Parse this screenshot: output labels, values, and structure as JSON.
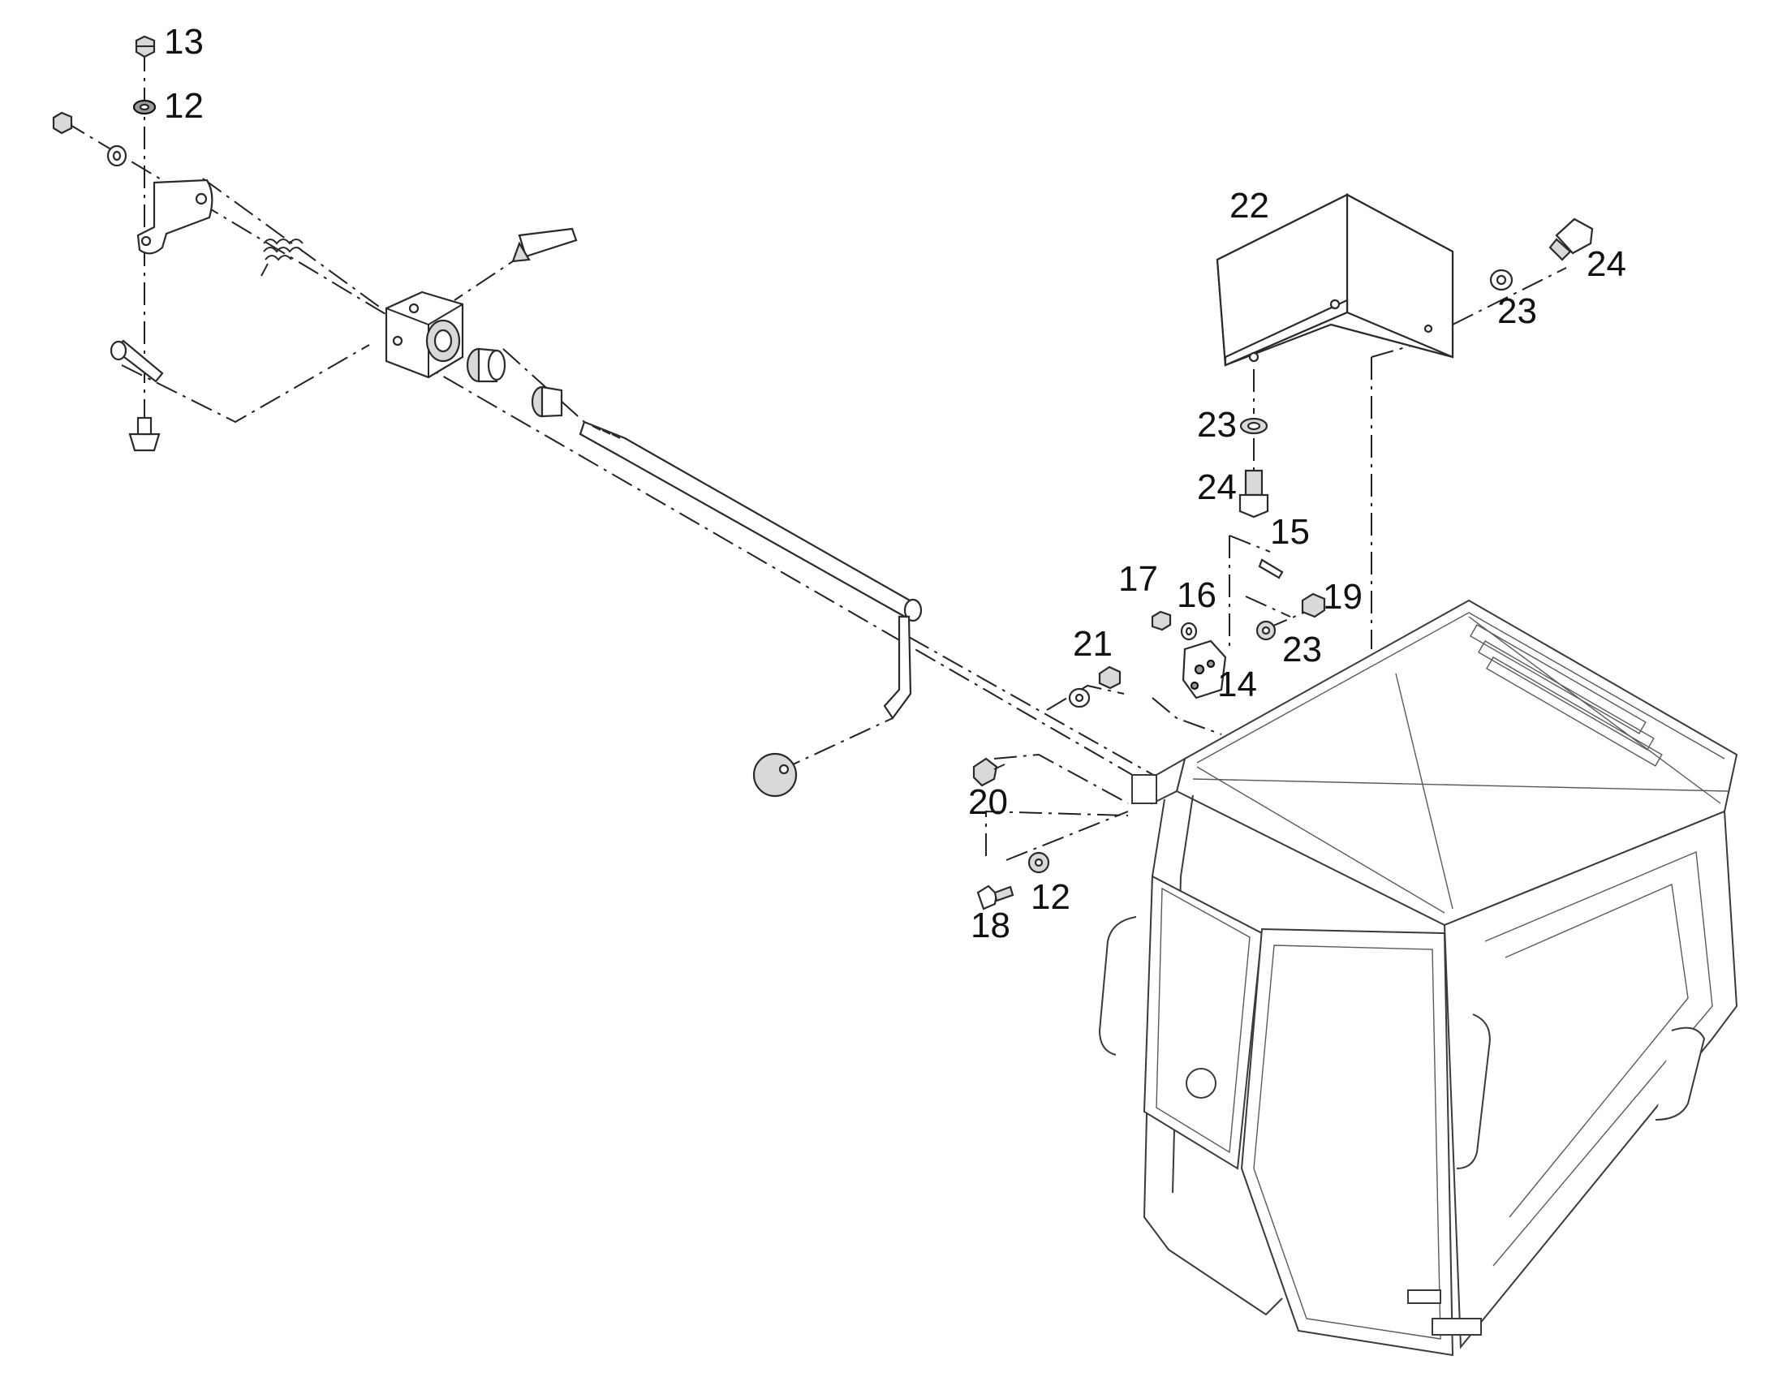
{
  "diagram": {
    "callouts": {
      "c13": "13",
      "c12_top": "12",
      "c22": "22",
      "c24_top": "24",
      "c23_top": "23",
      "c23_mid": "23",
      "c24_mid": "24",
      "c15": "15",
      "c17": "17",
      "c16": "16",
      "c19": "19",
      "c23_low": "23",
      "c14": "14",
      "c21": "21",
      "c20": "20",
      "c12_low": "12",
      "c18": "18"
    }
  }
}
